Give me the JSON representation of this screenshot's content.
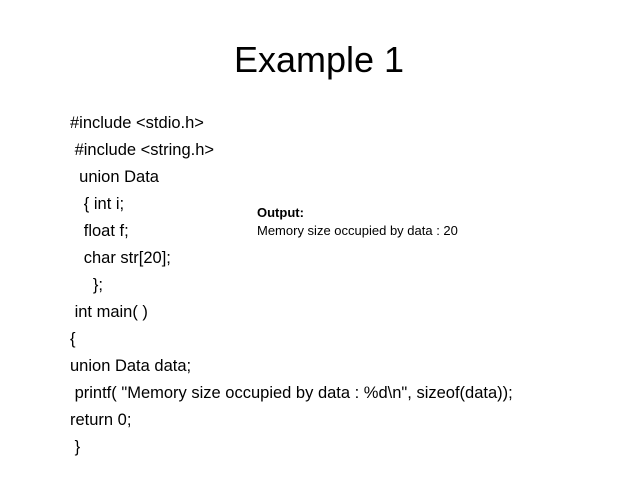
{
  "slide": {
    "title": "Example 1",
    "code_lines": [
      "#include <stdio.h>",
      " #include <string.h>",
      "  union Data",
      "   { int i;",
      "   float f;",
      "   char str[20];",
      "     };",
      " int main( )",
      "{",
      "union Data data;",
      " printf( \"Memory size occupied by data : %d\\n\", sizeof(data));",
      "return 0;",
      " }"
    ],
    "output": {
      "label": "Output:",
      "text": "Memory size occupied by data : 20"
    }
  }
}
